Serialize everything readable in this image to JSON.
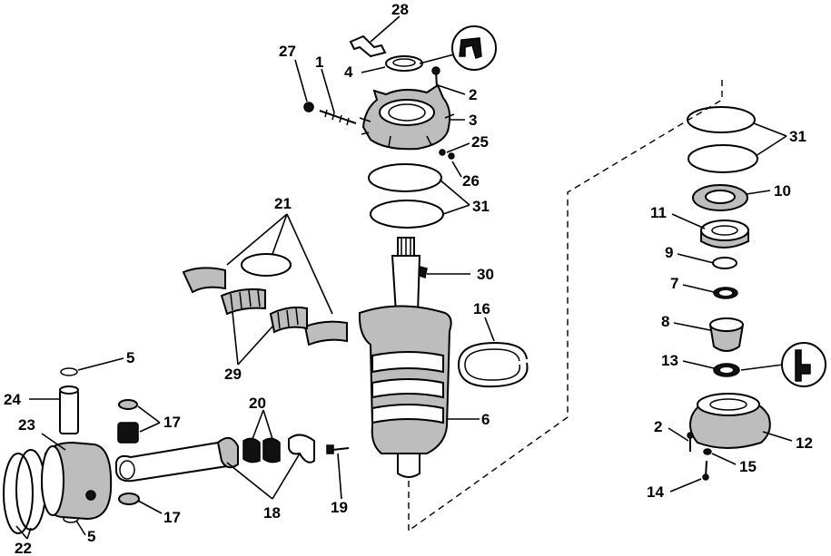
{
  "diagram": {
    "callouts": [
      {
        "id": "28",
        "label": "28"
      },
      {
        "id": "27",
        "label": "27"
      },
      {
        "id": "1",
        "label": "1"
      },
      {
        "id": "4",
        "label": "4"
      },
      {
        "id": "2a",
        "label": "2"
      },
      {
        "id": "3",
        "label": "3"
      },
      {
        "id": "25",
        "label": "25"
      },
      {
        "id": "26",
        "label": "26"
      },
      {
        "id": "31a",
        "label": "31"
      },
      {
        "id": "21",
        "label": "21"
      },
      {
        "id": "30",
        "label": "30"
      },
      {
        "id": "16",
        "label": "16"
      },
      {
        "id": "29",
        "label": "29"
      },
      {
        "id": "5a",
        "label": "5"
      },
      {
        "id": "24",
        "label": "24"
      },
      {
        "id": "17a",
        "label": "17"
      },
      {
        "id": "20",
        "label": "20"
      },
      {
        "id": "23",
        "label": "23"
      },
      {
        "id": "6",
        "label": "6"
      },
      {
        "id": "18",
        "label": "18"
      },
      {
        "id": "19",
        "label": "19"
      },
      {
        "id": "17b",
        "label": "17"
      },
      {
        "id": "22",
        "label": "22"
      },
      {
        "id": "5b",
        "label": "5"
      },
      {
        "id": "31b",
        "label": "31"
      },
      {
        "id": "10",
        "label": "10"
      },
      {
        "id": "11",
        "label": "11"
      },
      {
        "id": "9",
        "label": "9"
      },
      {
        "id": "7",
        "label": "7"
      },
      {
        "id": "8",
        "label": "8"
      },
      {
        "id": "13",
        "label": "13"
      },
      {
        "id": "2b",
        "label": "2"
      },
      {
        "id": "12",
        "label": "12"
      },
      {
        "id": "15",
        "label": "15"
      },
      {
        "id": "14",
        "label": "14"
      }
    ]
  }
}
